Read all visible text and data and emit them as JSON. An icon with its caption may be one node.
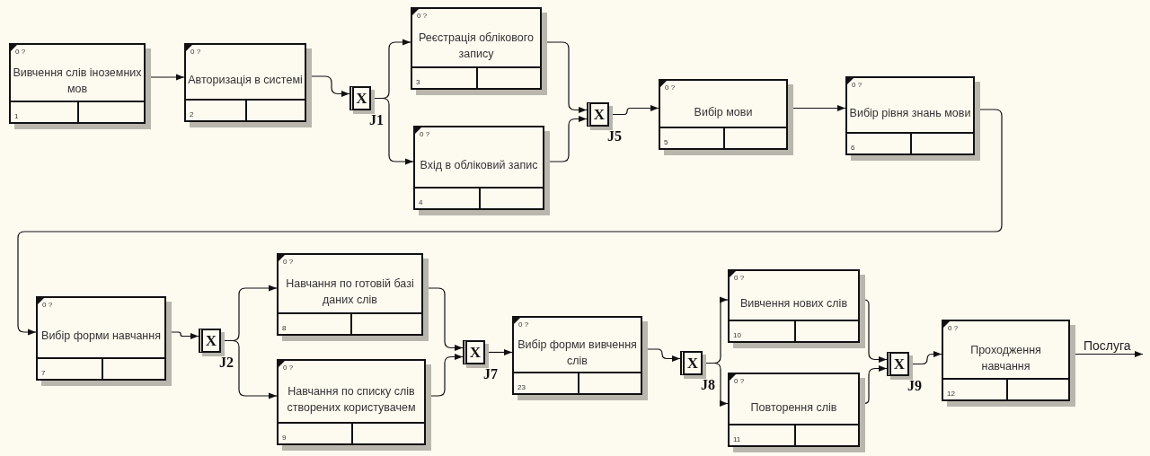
{
  "diagram": {
    "nodes": [
      {
        "text": [
          "0 ?",
          "Вивчення слів іноземних мов",
          "1"
        ]
      },
      {
        "text": [
          "0 ?",
          "Авторизація в системі",
          "2"
        ]
      },
      {
        "text": [
          "X"
        ],
        "beside": [
          "J1"
        ]
      },
      {
        "text": [
          "0 ?",
          "Реєстрація облікового запису",
          "3"
        ]
      },
      {
        "text": [
          "0 ?",
          "Вхід в обліковий запис",
          "4"
        ]
      },
      {
        "text": [
          "X"
        ],
        "beside": [
          "J5"
        ]
      },
      {
        "text": [
          "0 ?",
          "Вибір мови",
          "5"
        ]
      },
      {
        "text": [
          "0 ?",
          "Вибір рівня знань мови",
          "6"
        ]
      },
      {
        "text": [
          "0 ?",
          "Вибір форми навчання",
          "7"
        ]
      },
      {
        "text": [
          "X"
        ],
        "beside": [
          "J2"
        ]
      },
      {
        "text": [
          "0 ?",
          "Навчання по готовій базі даних слів",
          "8"
        ]
      },
      {
        "text": [
          "0 ?",
          "Навчання по списку слів створених користувачем",
          "9"
        ]
      },
      {
        "text": [
          "X"
        ],
        "beside": [
          "J7"
        ]
      },
      {
        "text": [
          "0 ?",
          "Вибір форми вивчення слів",
          "23"
        ]
      },
      {
        "text": [
          "X"
        ],
        "beside": [
          "J8"
        ]
      },
      {
        "text": [
          "0 ?",
          "Вивчення нових слів",
          "10"
        ]
      },
      {
        "text": [
          "0 ?",
          "Повторення слів",
          "11"
        ]
      },
      {
        "text": [
          "X"
        ],
        "beside": [
          "J9"
        ]
      },
      {
        "text": [
          "0 ?",
          "Проходження навчання",
          "12"
        ]
      }
    ],
    "edges": [
      {
        "from": 0,
        "to": 1,
        "arrow": "to"
      },
      {
        "from": 1,
        "to": 2,
        "arrow": "to"
      },
      {
        "from": 2,
        "to": 3,
        "arrow": "to"
      },
      {
        "from": 2,
        "to": 4,
        "arrow": "to"
      },
      {
        "from": 3,
        "to": 5,
        "arrow": "to"
      },
      {
        "from": 4,
        "to": 5,
        "arrow": "to"
      },
      {
        "from": 5,
        "to": 6,
        "arrow": "to"
      },
      {
        "from": 6,
        "to": 7,
        "arrow": "to"
      },
      {
        "from": 7,
        "to": 8,
        "arrow": "to"
      },
      {
        "from": 8,
        "to": 9,
        "arrow": "to"
      },
      {
        "from": 9,
        "to": 10,
        "arrow": "to"
      },
      {
        "from": 9,
        "to": 11,
        "arrow": "to"
      },
      {
        "from": 10,
        "to": 12,
        "arrow": "to"
      },
      {
        "from": 11,
        "to": 12,
        "arrow": "to"
      },
      {
        "from": 12,
        "to": 13,
        "arrow": "to"
      },
      {
        "from": 13,
        "to": 14,
        "arrow": "to"
      },
      {
        "from": 14,
        "to": 15,
        "arrow": "to"
      },
      {
        "from": 14,
        "to": 16,
        "arrow": "to"
      },
      {
        "from": 15,
        "to": 17,
        "arrow": "to"
      },
      {
        "from": 16,
        "to": 17,
        "arrow": "to"
      },
      {
        "from": 17,
        "to": 18,
        "arrow": "to"
      },
      {
        "from": 18,
        "to": null,
        "arrow": "to",
        "label": "Послуга"
      }
    ]
  }
}
